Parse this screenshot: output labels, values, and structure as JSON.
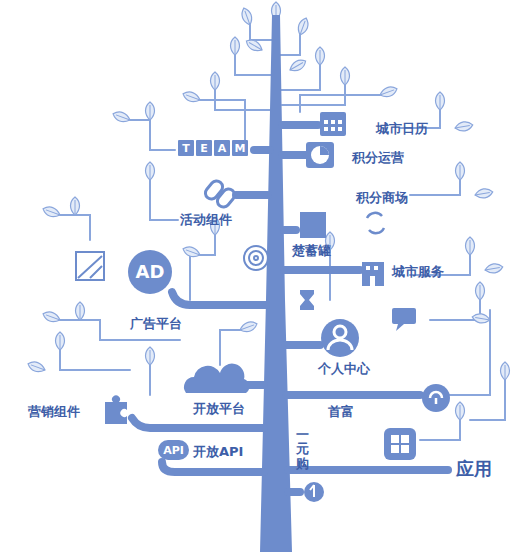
{
  "diagram": {
    "nodes": [
      {
        "text": [
          "T"
        ]
      },
      {
        "text": [
          "E"
        ]
      },
      {
        "text": [
          "A"
        ]
      },
      {
        "text": [
          "M"
        ]
      },
      {
        "text": [
          "AD"
        ]
      },
      {
        "text": [
          "API"
        ]
      }
    ],
    "labels": [
      "城市日历",
      "积分运营",
      "积分商场",
      "活动组件",
      "楚蓄罐",
      "城市服务",
      "广告平台",
      "个人中心",
      "首富",
      "开放平台",
      "营销组件",
      "开放API",
      "一元购",
      "应用"
    ]
  }
}
